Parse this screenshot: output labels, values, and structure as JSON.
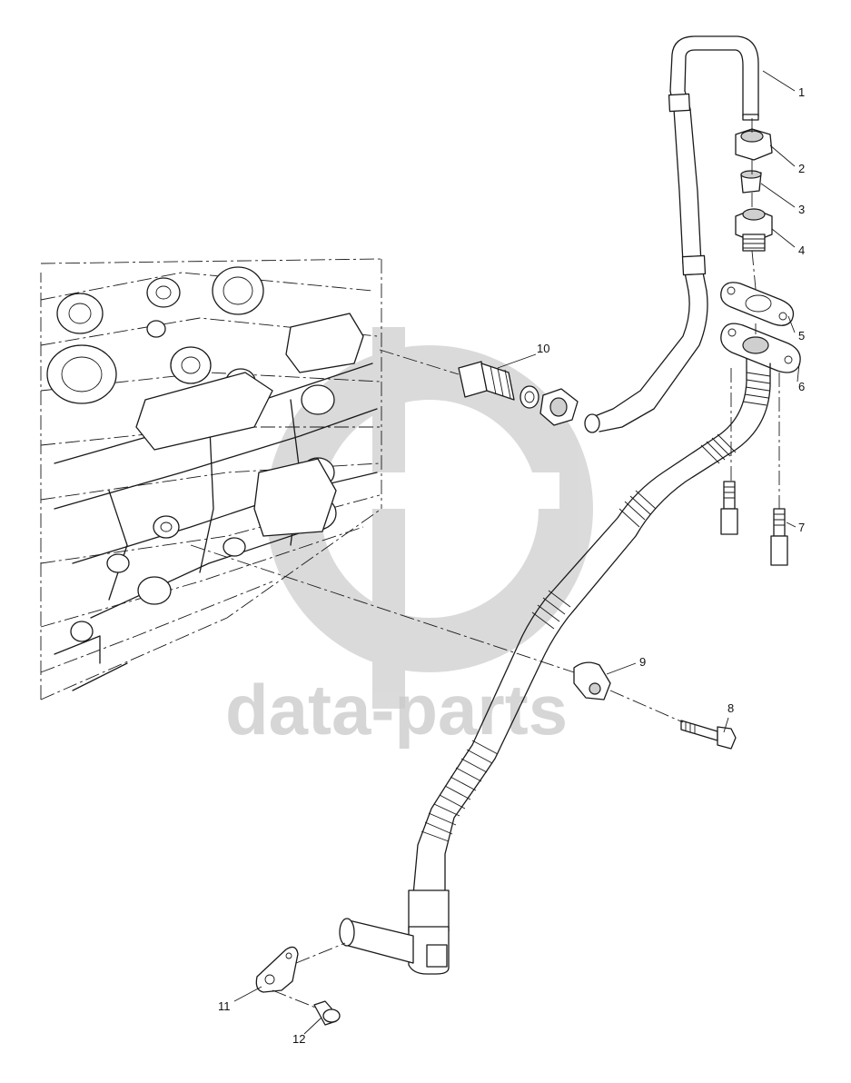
{
  "watermark": {
    "text": "data-parts",
    "color": "#c9c9c9"
  },
  "callouts": [
    {
      "id": "1",
      "label": "1"
    },
    {
      "id": "2",
      "label": "2"
    },
    {
      "id": "3",
      "label": "3"
    },
    {
      "id": "4",
      "label": "4"
    },
    {
      "id": "5",
      "label": "5"
    },
    {
      "id": "6",
      "label": "6"
    },
    {
      "id": "7",
      "label": "7"
    },
    {
      "id": "8",
      "label": "8"
    },
    {
      "id": "9",
      "label": "9"
    },
    {
      "id": "10",
      "label": "10"
    },
    {
      "id": "11",
      "label": "11"
    },
    {
      "id": "12",
      "label": "12"
    }
  ]
}
